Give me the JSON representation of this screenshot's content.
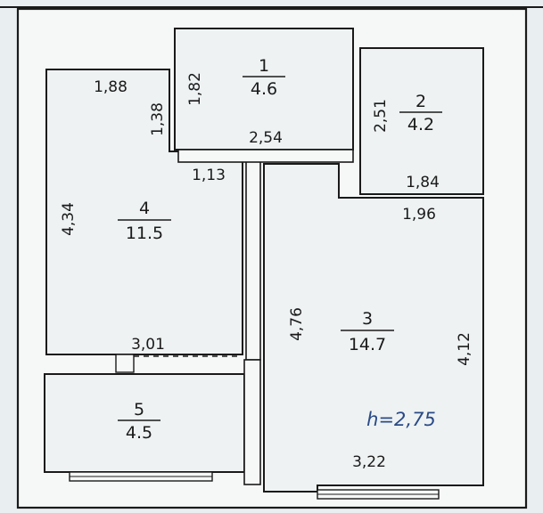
{
  "rooms": [
    {
      "number": "1",
      "area": "4.6"
    },
    {
      "number": "2",
      "area": "4.2"
    },
    {
      "number": "3",
      "area": "14.7"
    },
    {
      "number": "4",
      "area": "11.5"
    },
    {
      "number": "5",
      "area": "4.5"
    }
  ],
  "dimensions": {
    "r1_height": "1,82",
    "r1_width": "2,54",
    "r2_height": "2,51",
    "r2_width": "1,84",
    "r2_outer": "1,96",
    "r4_top": "1,88",
    "r4_step": "1,38",
    "r4_gap": "1,13",
    "r4_height": "4,34",
    "r3_left": "4,76",
    "r3_right": "4,12",
    "r3_bottom": "3,22",
    "r5_top": "3,01"
  },
  "ceiling_height": "h=2,75"
}
